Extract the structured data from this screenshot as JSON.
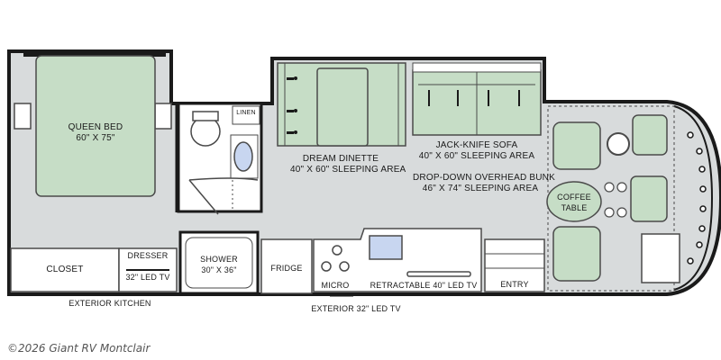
{
  "labels": {
    "queen_bed": "QUEEN BED",
    "queen_bed_size": "60\" X 75\"",
    "linen": "LINEN",
    "dream_dinette": "DREAM DINETTE",
    "dinette_size": "40\" X 60\" SLEEPING AREA",
    "jack_knife": "JACK-KNIFE SOFA",
    "jack_knife_size": "40\" X 60\" SLEEPING AREA",
    "bunk": "DROP-DOWN OVERHEAD BUNK",
    "bunk_size": "46\" X 74\" SLEEPING AREA",
    "coffee": "COFFEE",
    "table": "TABLE",
    "closet": "CLOSET",
    "dresser": "DRESSER",
    "dresser_tv": "32\" LED TV",
    "shower": "SHOWER",
    "shower_size": "30\" X 36\"",
    "fridge": "FRIDGE",
    "micro": "MICRO",
    "retractable_tv": "RETRACTABLE 40\" LED TV",
    "entry": "ENTRY",
    "exterior_kitchen": "EXTERIOR KITCHEN",
    "exterior_tv": "EXTERIOR 32\" LED TV"
  },
  "copyright": "©2026 Giant RV Montclair",
  "colors": {
    "wall": "#1a1a1a",
    "floor": "#d8dbdc",
    "furniture": "#c6ddc6",
    "furniture_stroke": "#4a4a4a"
  }
}
